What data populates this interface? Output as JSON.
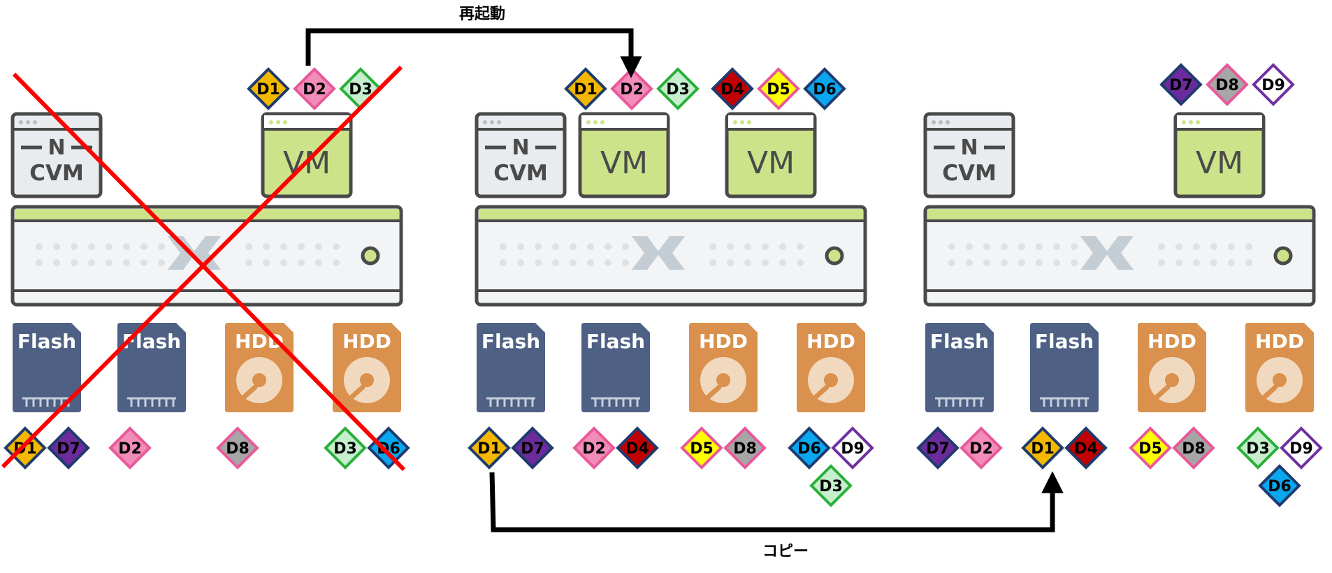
{
  "labels": {
    "restart": "再起動",
    "copy": "コピー"
  },
  "cvm": {
    "letter": "N",
    "text": "CVM"
  },
  "vm_text": "VM",
  "disk_text": {
    "flash": "Flash",
    "hdd": "HDD"
  },
  "colors": {
    "D1": "#f5b800",
    "D2": "#f28cb8",
    "D3": "#c6efce",
    "D4": "#c00000",
    "D5": "#ffff00",
    "D6": "#0aa6f0",
    "D7": "#6a2c9c",
    "D8": "#a6a6a6",
    "D9": "#ffffff",
    "vm_fill": "#cce38a",
    "server_stripe": "#cce38a",
    "flash": "#4e6185",
    "hdd": "#d9914d",
    "failure_x": "#ff0000",
    "frame": "#4a4a4a"
  },
  "tile_border": {
    "D1": "#1f3b6e",
    "D2": "#e8599a",
    "D3": "#2ab03a",
    "D4": "#1f3b6e",
    "D5": "#e8599a",
    "D6": "#1f3b6e",
    "D7": "#1f3b6e",
    "D8": "#e8599a",
    "D9": "#7030a0"
  },
  "nodes": [
    {
      "failed": true,
      "vm_tiles": [
        [
          "D1",
          "D2",
          "D3"
        ]
      ],
      "disks": [
        {
          "type": "flash",
          "tiles": [
            "D1",
            "D7"
          ]
        },
        {
          "type": "flash",
          "tiles": [
            "D2"
          ]
        },
        {
          "type": "hdd",
          "tiles": [
            "D8"
          ]
        },
        {
          "type": "hdd",
          "tiles": [
            "D3",
            "D6"
          ]
        }
      ]
    },
    {
      "failed": false,
      "vm_tiles": [
        [
          "D1",
          "D2",
          "D3"
        ],
        [
          "D4",
          "D5",
          "D6"
        ]
      ],
      "disks": [
        {
          "type": "flash",
          "tiles": [
            "D1",
            "D7"
          ]
        },
        {
          "type": "flash",
          "tiles": [
            "D2",
            "D4"
          ]
        },
        {
          "type": "hdd",
          "tiles": [
            "D5",
            "D8"
          ]
        },
        {
          "type": "hdd",
          "tiles": [
            "D6",
            "D9",
            "D3"
          ]
        }
      ]
    },
    {
      "failed": false,
      "vm_tiles": [
        [
          "D7",
          "D8",
          "D9"
        ]
      ],
      "disks": [
        {
          "type": "flash",
          "tiles": [
            "D7",
            "D2"
          ]
        },
        {
          "type": "flash",
          "tiles": [
            "D1",
            "D4"
          ]
        },
        {
          "type": "hdd",
          "tiles": [
            "D5",
            "D8"
          ]
        },
        {
          "type": "hdd",
          "tiles": [
            "D3",
            "D9",
            "D6"
          ]
        }
      ]
    }
  ]
}
